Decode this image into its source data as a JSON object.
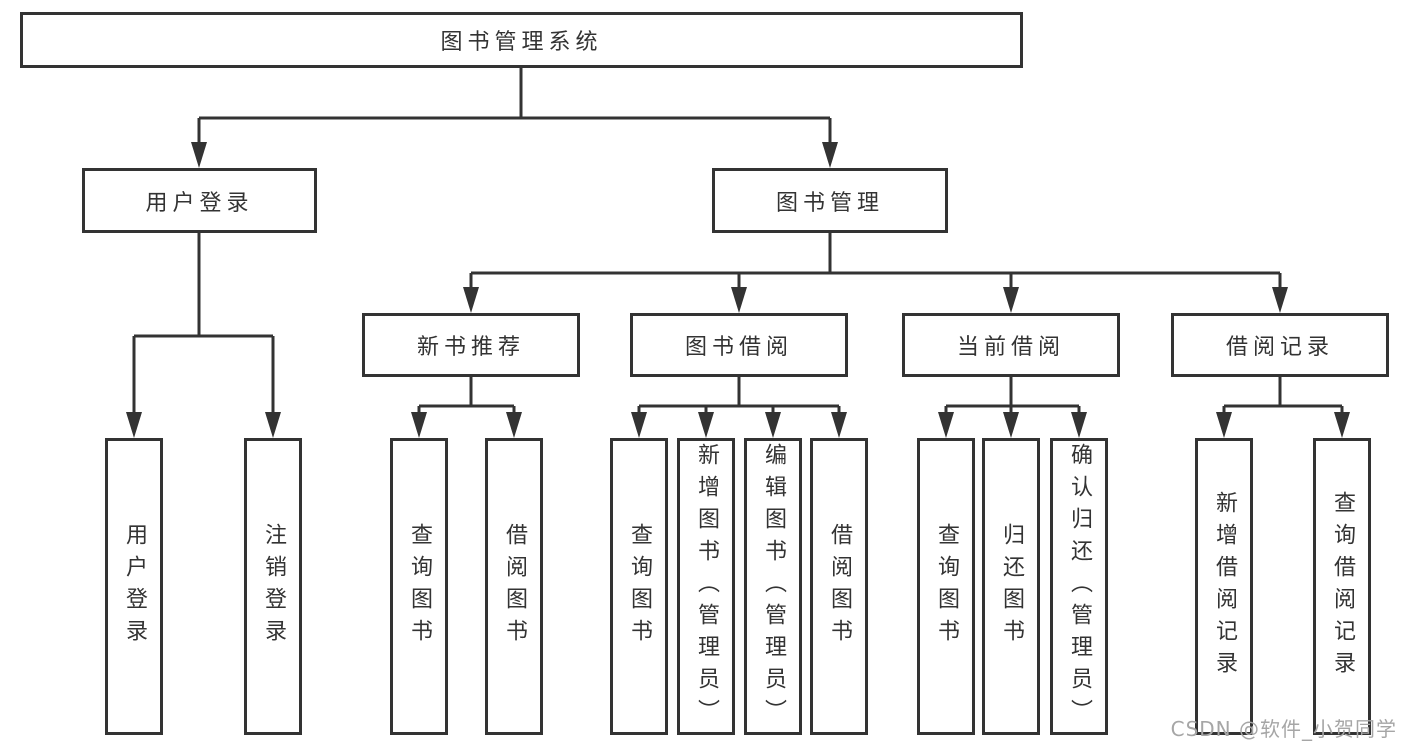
{
  "tree": {
    "root": {
      "label": "图书管理系统",
      "children": [
        {
          "label": "用户登录",
          "children": [
            {
              "label": "用户登录"
            },
            {
              "label": "注销登录"
            }
          ]
        },
        {
          "label": "图书管理",
          "children": [
            {
              "label": "新书推荐",
              "children": [
                {
                  "label": "查询图书"
                },
                {
                  "label": "借阅图书"
                }
              ]
            },
            {
              "label": "图书借阅",
              "children": [
                {
                  "label": "查询图书"
                },
                {
                  "label": "新增图书（管理员）"
                },
                {
                  "label": "编辑图书（管理员）"
                },
                {
                  "label": "借阅图书"
                }
              ]
            },
            {
              "label": "当前借阅",
              "children": [
                {
                  "label": "查询图书"
                },
                {
                  "label": "归还图书"
                },
                {
                  "label": "确认归还（管理员）"
                }
              ]
            },
            {
              "label": "借阅记录",
              "children": [
                {
                  "label": "新增借阅记录"
                },
                {
                  "label": "查询借阅记录"
                }
              ]
            }
          ]
        }
      ]
    }
  },
  "watermark": {
    "text": "CSDN @软件_小贺同学"
  },
  "colors": {
    "line": "#333333",
    "box_border": "#333333",
    "text": "#333333",
    "watermark": "#a6a6a6",
    "background": "#ffffff"
  }
}
